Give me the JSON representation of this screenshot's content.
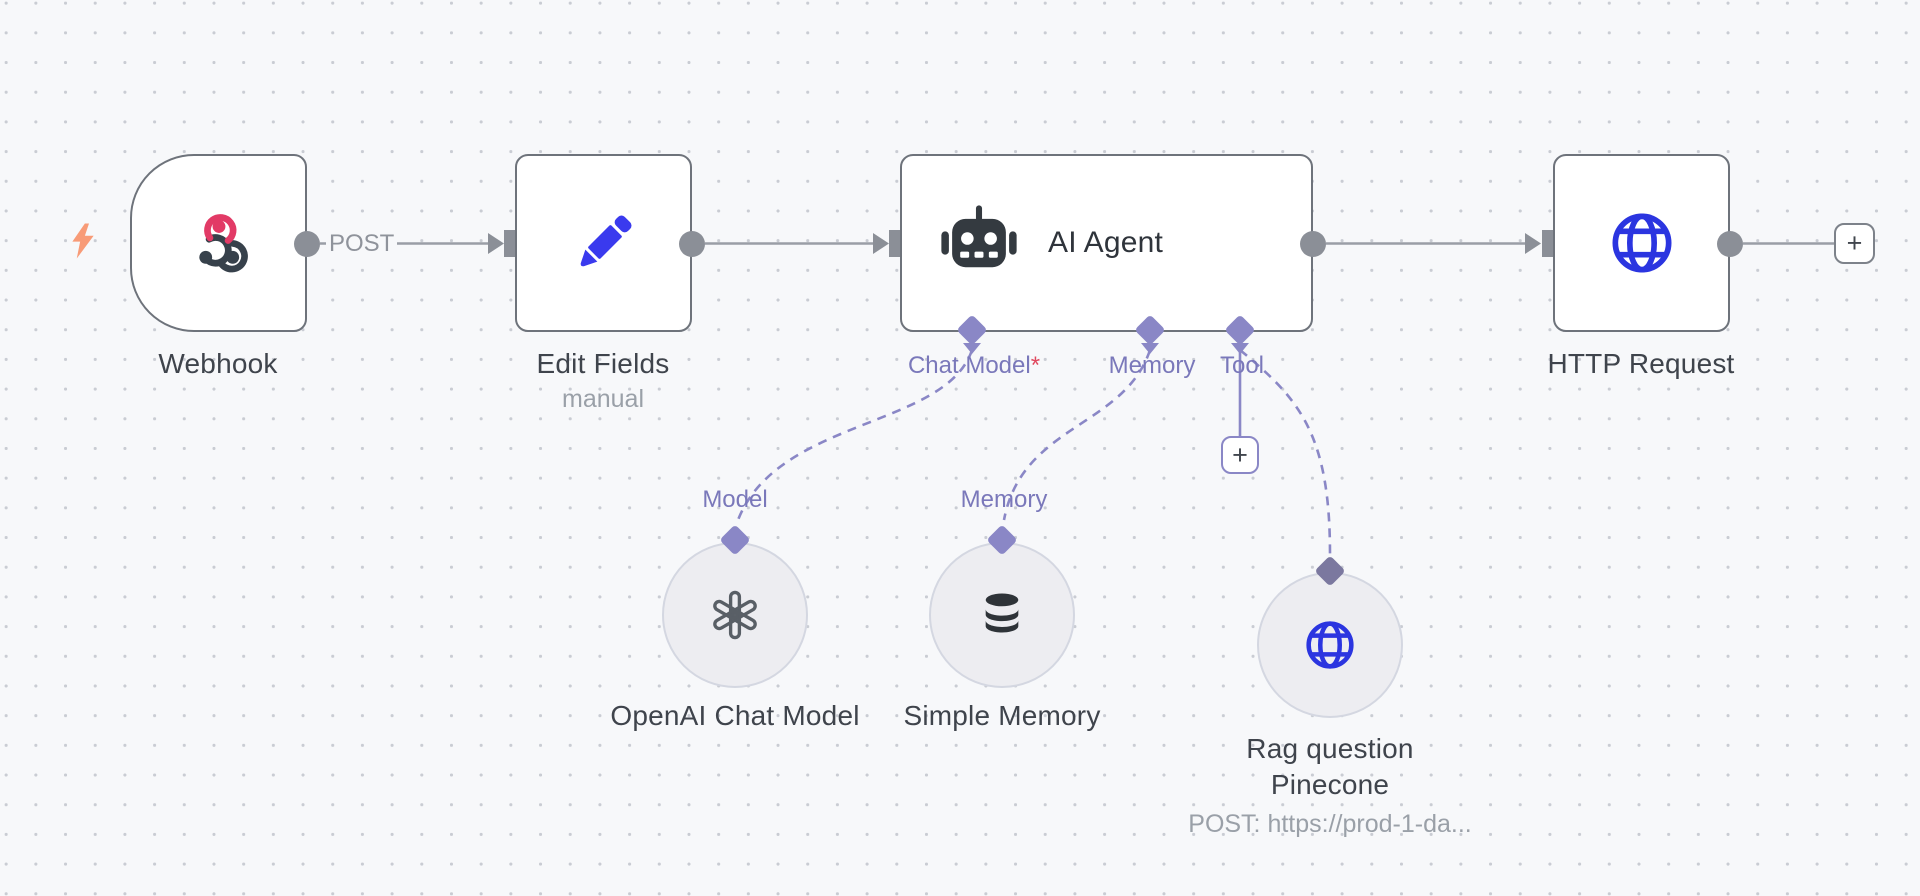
{
  "canvas": {
    "background": "#f7f8fa",
    "dot_color": "#c9ccd3",
    "wire_color": "#9a9ea6",
    "purple_accent": "#8a87c6",
    "purple_text": "#7a78ba",
    "required_color": "#e0485e",
    "node_border": "#6e737b",
    "bolt_color": "#f89b77"
  },
  "nodes": {
    "webhook": {
      "label": "Webhook",
      "wire_badge": "POST"
    },
    "edit_fields": {
      "label": "Edit Fields",
      "subtitle": "manual"
    },
    "ai_agent": {
      "title": "AI Agent",
      "connectors": [
        {
          "label": "Chat Model",
          "required": "*"
        },
        {
          "label": "Memory"
        },
        {
          "label": "Tool"
        }
      ]
    },
    "http_request": {
      "label": "HTTP Request"
    },
    "openai_chat_model": {
      "input_label": "Model",
      "label": "OpenAI Chat Model"
    },
    "simple_memory": {
      "input_label": "Memory",
      "label": "Simple Memory"
    },
    "rag_pinecone": {
      "label_line1": "Rag question",
      "label_line2": "Pinecone",
      "subtitle": "POST: https://prod-1-da..."
    }
  },
  "buttons": {
    "add_tool": "+",
    "add_next_node": "+"
  }
}
